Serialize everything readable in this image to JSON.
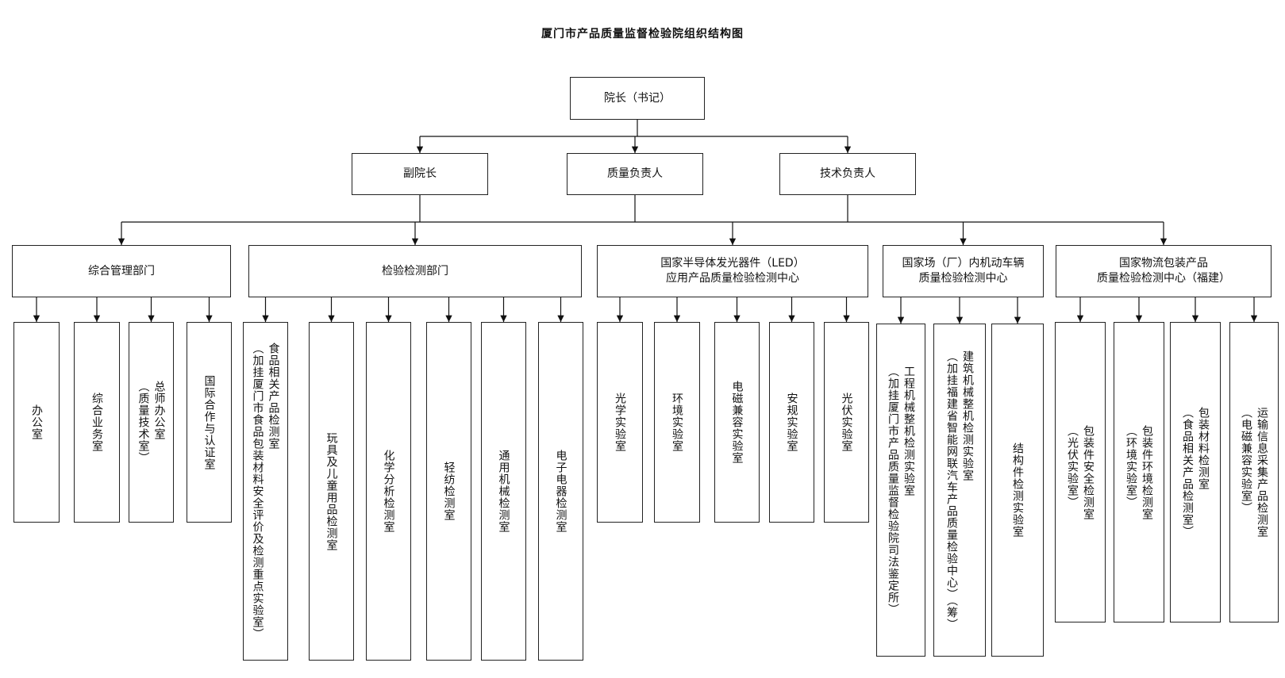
{
  "title": "厦门市产品质量监督检验院组织结构图",
  "top": {
    "label": "院长（书记）"
  },
  "leaders": [
    {
      "label": "副院长"
    },
    {
      "label": "质量负责人"
    },
    {
      "label": "技术负责人"
    }
  ],
  "departments": [
    {
      "lines": [
        "综合管理部门"
      ],
      "units": [
        {
          "lines": [
            "办公室"
          ]
        },
        {
          "lines": [
            "综合业务室"
          ]
        },
        {
          "lines": [
            "总师办公室",
            "（质量技术室）"
          ]
        },
        {
          "lines": [
            "国际合作与认证室"
          ]
        }
      ]
    },
    {
      "lines": [
        "检验检测部门"
      ],
      "units": [
        {
          "lines": [
            "食品相关产品检测室",
            "（加挂厦门市食品包装材料安全评价及检测重点实验室）"
          ]
        },
        {
          "lines": [
            "玩具及儿童用品检测室"
          ]
        },
        {
          "lines": [
            "化学分析检测室"
          ]
        },
        {
          "lines": [
            "轻纺检测室"
          ]
        },
        {
          "lines": [
            "通用机械检测室"
          ]
        },
        {
          "lines": [
            "电子电器检测室"
          ]
        }
      ]
    },
    {
      "lines": [
        "国家半导体发光器件（LED）",
        "应用产品质量检验检测中心"
      ],
      "units": [
        {
          "lines": [
            "光学实验室"
          ]
        },
        {
          "lines": [
            "环境实验室"
          ]
        },
        {
          "lines": [
            "电磁兼容实验室"
          ]
        },
        {
          "lines": [
            "安规实验室"
          ]
        },
        {
          "lines": [
            "光伏实验室"
          ]
        }
      ]
    },
    {
      "lines": [
        "国家场（厂）内机动车辆",
        "质量检验检测中心"
      ],
      "units": [
        {
          "lines": [
            "工程机械整机检测实验室",
            "（加挂厦门市产品质量监督检验院司法鉴定所）"
          ]
        },
        {
          "lines": [
            "建筑机械整机检测实验室",
            "（加挂福建省智能网联汽车产品质量检验中心）（筹）"
          ]
        },
        {
          "lines": [
            "结构件检测实验室"
          ]
        }
      ]
    },
    {
      "lines": [
        "国家物流包装产品",
        "质量检验检测中心（福建）"
      ],
      "units": [
        {
          "lines": [
            "包装件安全检测室",
            "（光伏实验室）"
          ]
        },
        {
          "lines": [
            "包装件环境检测室",
            "（环境实验室）"
          ]
        },
        {
          "lines": [
            "包装材料检测室",
            "（食品相关产品检测室）"
          ]
        },
        {
          "lines": [
            "运输信息采集产品检测室",
            "（电磁兼容实验室）"
          ]
        }
      ]
    }
  ]
}
